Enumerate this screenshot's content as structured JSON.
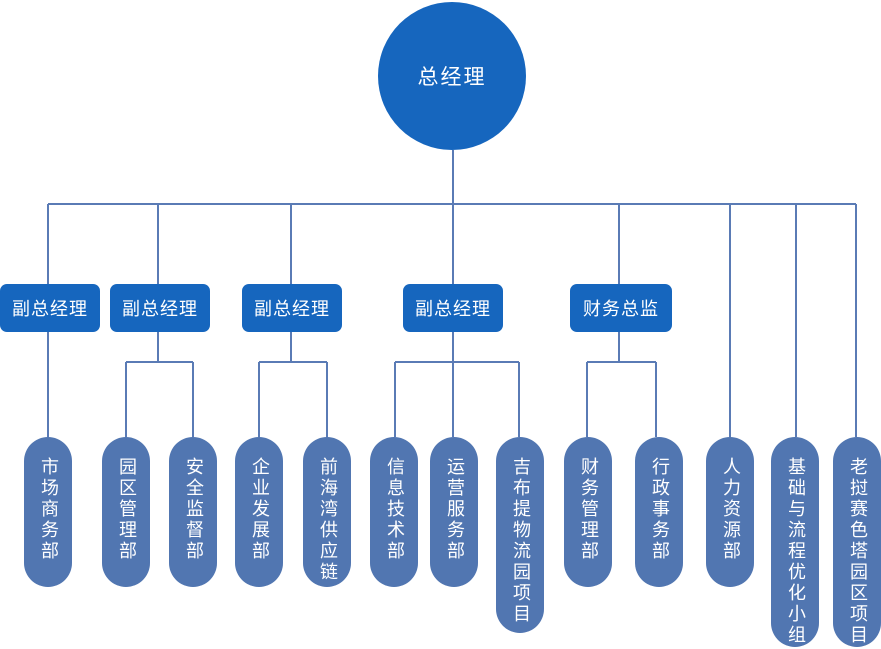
{
  "ceo": "总经理",
  "managers": [
    "副总经理",
    "副总经理",
    "副总经理",
    "副总经理",
    "财务总监"
  ],
  "departments": [
    "市场商务部",
    "园区管理部",
    "安全监督部",
    "企业发展部",
    "前海湾供应链",
    "信息技术部",
    "运营服务部",
    "吉布提物流园项目",
    "财务管理部",
    "行政事务部",
    "人力资源部",
    "基础与流程优化小组",
    "老挝赛色塔园区项目"
  ],
  "colors": {
    "node": "#1666be",
    "leaf": "#5176b1",
    "line": "#5a7bb5"
  }
}
